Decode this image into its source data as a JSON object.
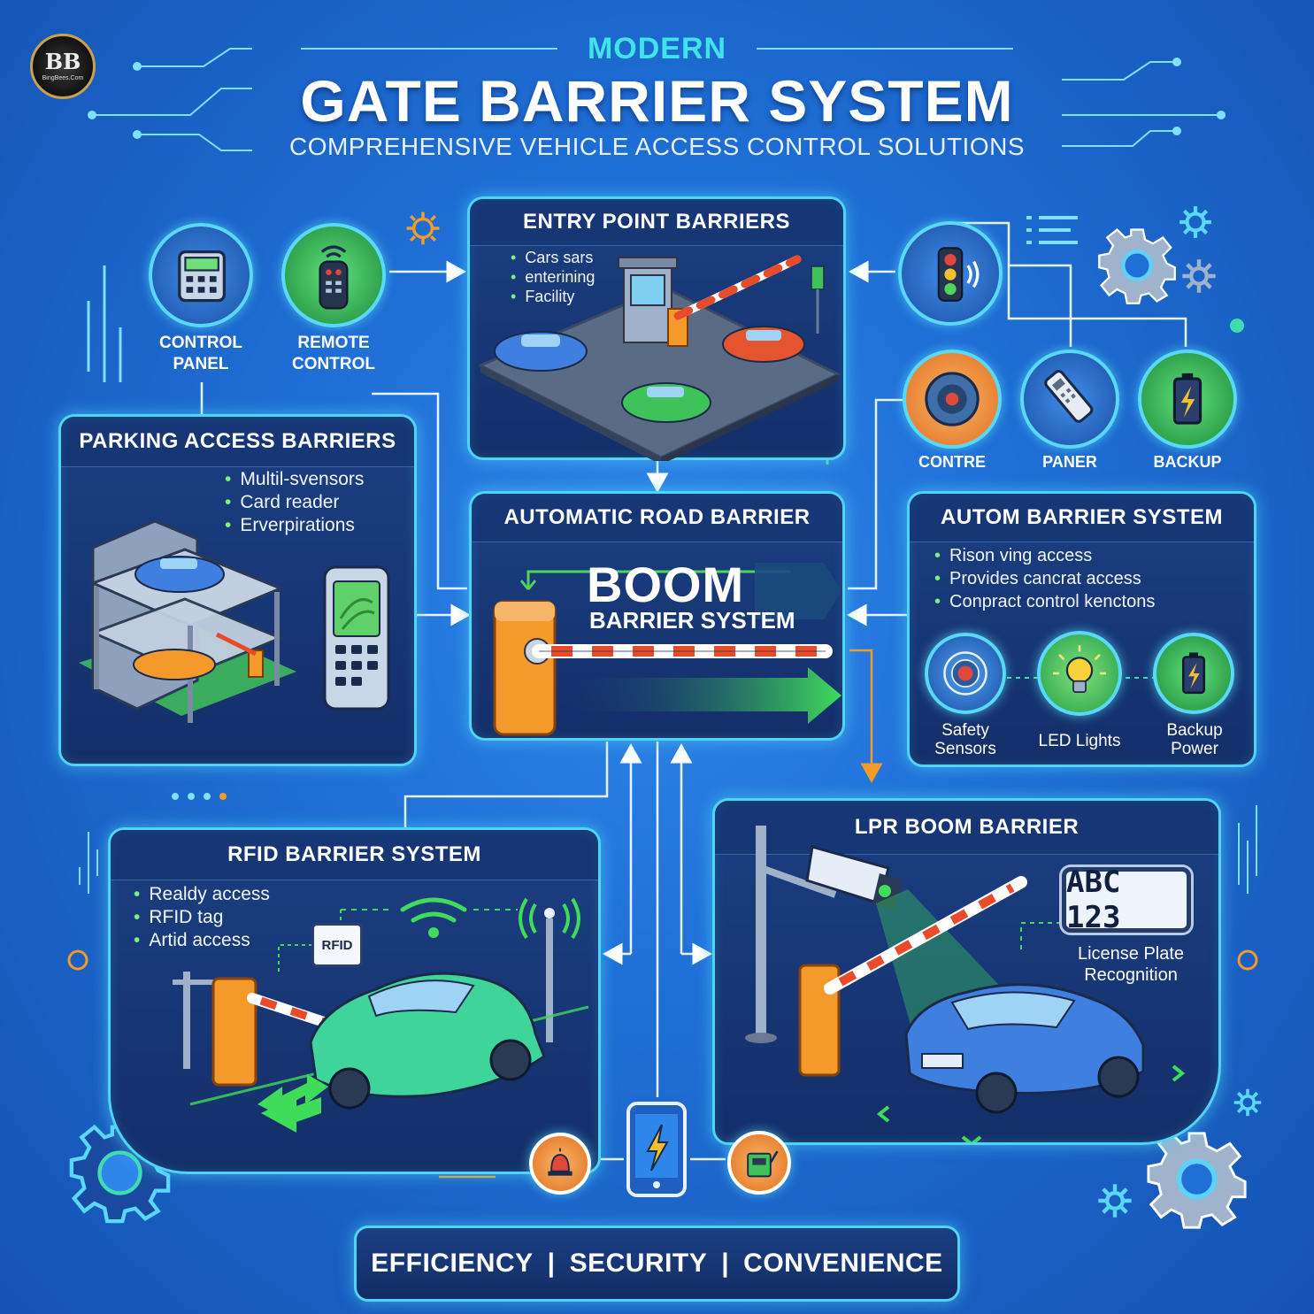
{
  "header": {
    "kicker": "MODERN",
    "title": "GATE BARRIER SYSTEM",
    "subtitle": "COMPREHENSIVE VEHICLE ACCESS CONTROL SOLUTIONS"
  },
  "logo": {
    "monogram": "BB",
    "site": "BingBees.Com"
  },
  "top_left_icons": [
    {
      "label_line1": "CONTROL",
      "label_line2": "PANEL"
    },
    {
      "label_line1": "REMOTE",
      "label_line2": "CONTROL"
    }
  ],
  "entry_point": {
    "title": "ENTRY POINT BARRIERS",
    "bullets": [
      "Cars sars",
      "enterining",
      "Facility"
    ]
  },
  "top_right_icons": [
    {
      "label": "CONTRE"
    },
    {
      "label": "PANER"
    },
    {
      "label": "BACKUP"
    }
  ],
  "parking": {
    "title": "PARKING ACCESS BARRIERS",
    "bullets": [
      "Multil-svensors",
      "Card reader",
      "Erverpirations"
    ]
  },
  "center": {
    "title": "AUTOMATIC ROAD BARRIER",
    "big": "BOOM",
    "sub": "BARRIER SYSTEM"
  },
  "autom": {
    "title": "AUTOM BARRIER SYSTEM",
    "bullets": [
      "Rison ving access",
      "Provides cancrat access",
      "Conpract control kenctons"
    ],
    "features": [
      {
        "line1": "Safety",
        "line2": "Sensors"
      },
      {
        "line1": "LED Lights",
        "line2": ""
      },
      {
        "line1": "Backup",
        "line2": "Power"
      }
    ]
  },
  "rfid": {
    "title": "RFID BARRIER SYSTEM",
    "bullets": [
      "Realdy access",
      "RFID tag",
      "Artid access"
    ],
    "tag_label": "RFID"
  },
  "lpr": {
    "title": "LPR BOOM BARRIER",
    "plate": "ABC 123",
    "caption_line1": "License Plate",
    "caption_line2": "Recognition"
  },
  "footer": {
    "items": [
      "EFFICIENCY",
      "SECURITY",
      "CONVENIENCE"
    ],
    "separator": "|"
  },
  "colors": {
    "background": "#1f6fd6",
    "panel": "#173672",
    "glow": "#4fd4f6",
    "accent_cyan": "#3ee4e8",
    "accent_green": "#3fdc5a",
    "accent_orange": "#f39a2b"
  }
}
